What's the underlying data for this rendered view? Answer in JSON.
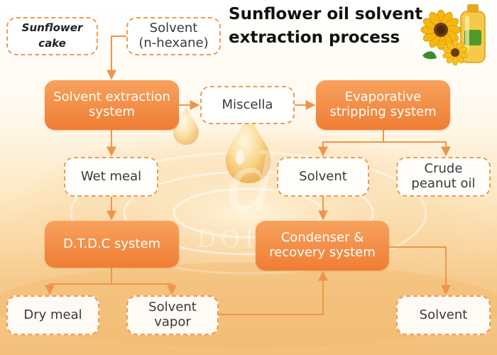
{
  "title": {
    "line1": "Sunflower oil solvent",
    "line2": "extraction  process"
  },
  "watermark": {
    "brand": "DOING"
  },
  "nodes": {
    "sunflower_cake": "Sunflower cake",
    "solvent_hexane_line1": "Solvent",
    "solvent_hexane_line2": "(n-hexane)",
    "extraction_line1": "Solvent extraction",
    "extraction_line2": "system",
    "miscella": "Miscella",
    "evaporative_line1": "Evaporative",
    "evaporative_line2": "stripping system",
    "wet_meal": "Wet meal",
    "solvent_mid": "Solvent",
    "crude_line1": "Crude",
    "crude_line2": "peanut oil",
    "dtdc": "D.T.D.C system",
    "condenser_line1": "Condenser &",
    "condenser_line2": "recovery system",
    "dry_meal": "Dry meal",
    "vapor_line1": "Solvent",
    "vapor_line2": "vapor",
    "solvent_out": "Solvent"
  },
  "colors": {
    "accent": "#ef7d33",
    "dashed_border": "#f09a50",
    "arrow": "#f0944a"
  },
  "icons": [
    "sunflower-icon",
    "oil-bottle-icon",
    "oil-drop-icon"
  ]
}
